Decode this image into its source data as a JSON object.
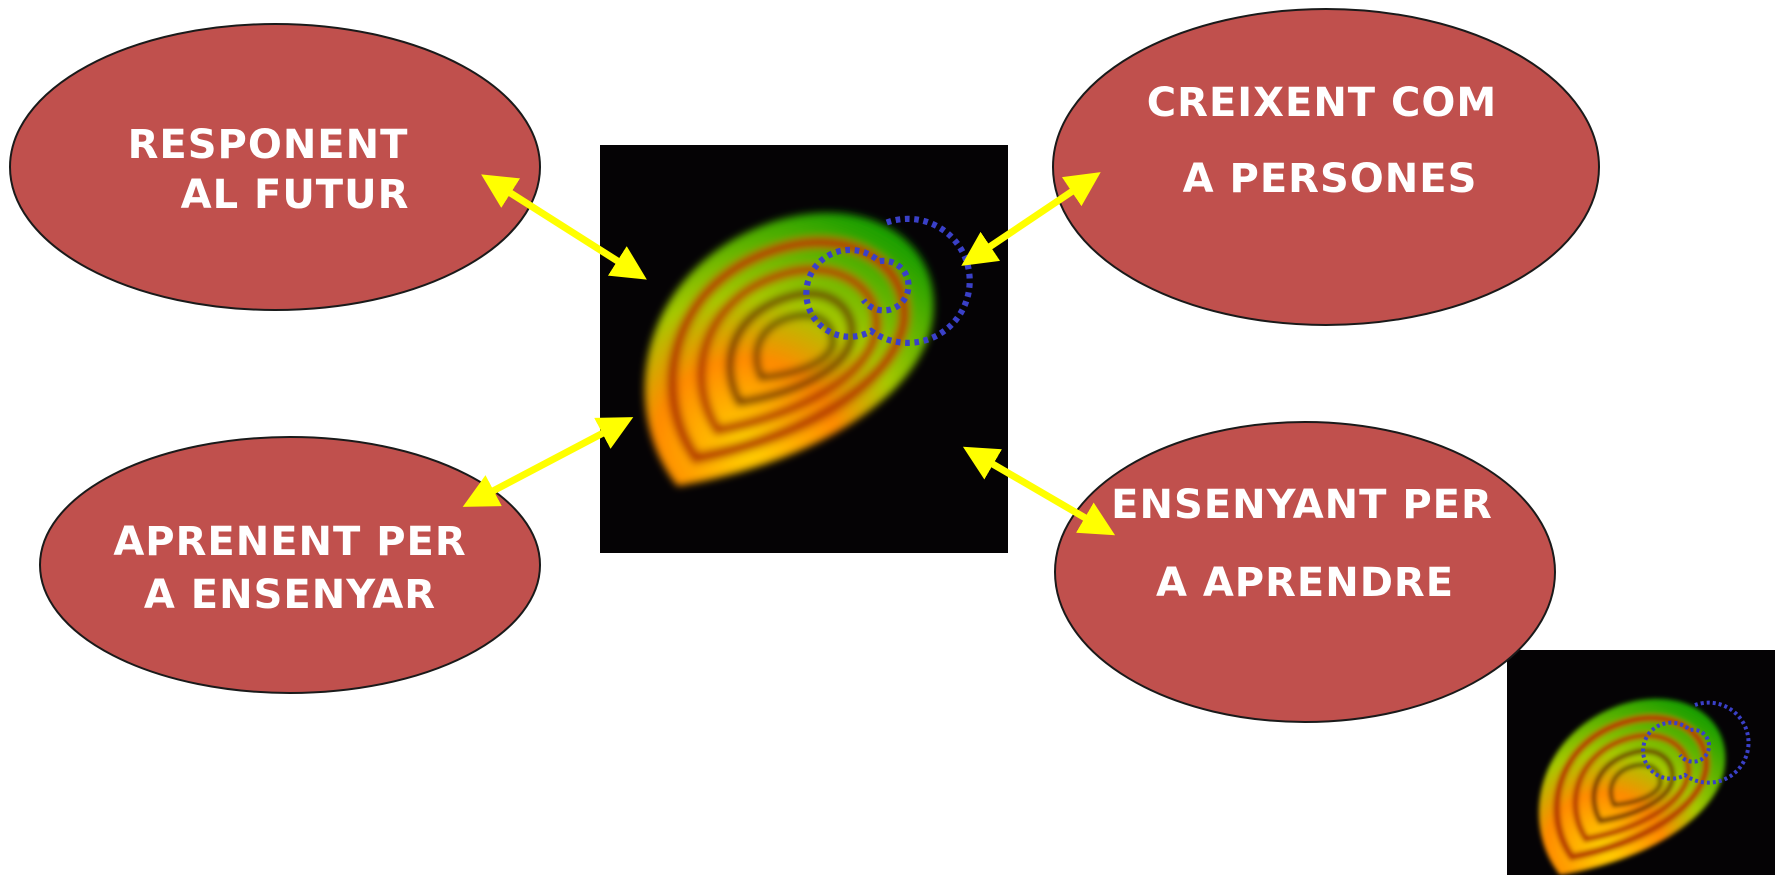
{
  "diagram": {
    "nodes": [
      {
        "id": "top-left",
        "lines": [
          "RESPONENT",
          "AL FUTUR"
        ]
      },
      {
        "id": "top-right",
        "lines": [
          "CREIXENT COM",
          "A PERSONES"
        ]
      },
      {
        "id": "bottom-left",
        "lines": [
          "APRENENT PER",
          "A ENSENYAR"
        ]
      },
      {
        "id": "bottom-right",
        "lines": [
          "ENSENYANT PER",
          "A APRENDRE"
        ]
      }
    ],
    "center_image": "nautilus-spiral-icon",
    "corner_image": "nautilus-spiral-icon",
    "colors": {
      "ellipse_fill": "#c0504d",
      "ellipse_stroke": "#1a1a1a",
      "arrow": "#ffff00",
      "image_bg": "#050305"
    }
  }
}
